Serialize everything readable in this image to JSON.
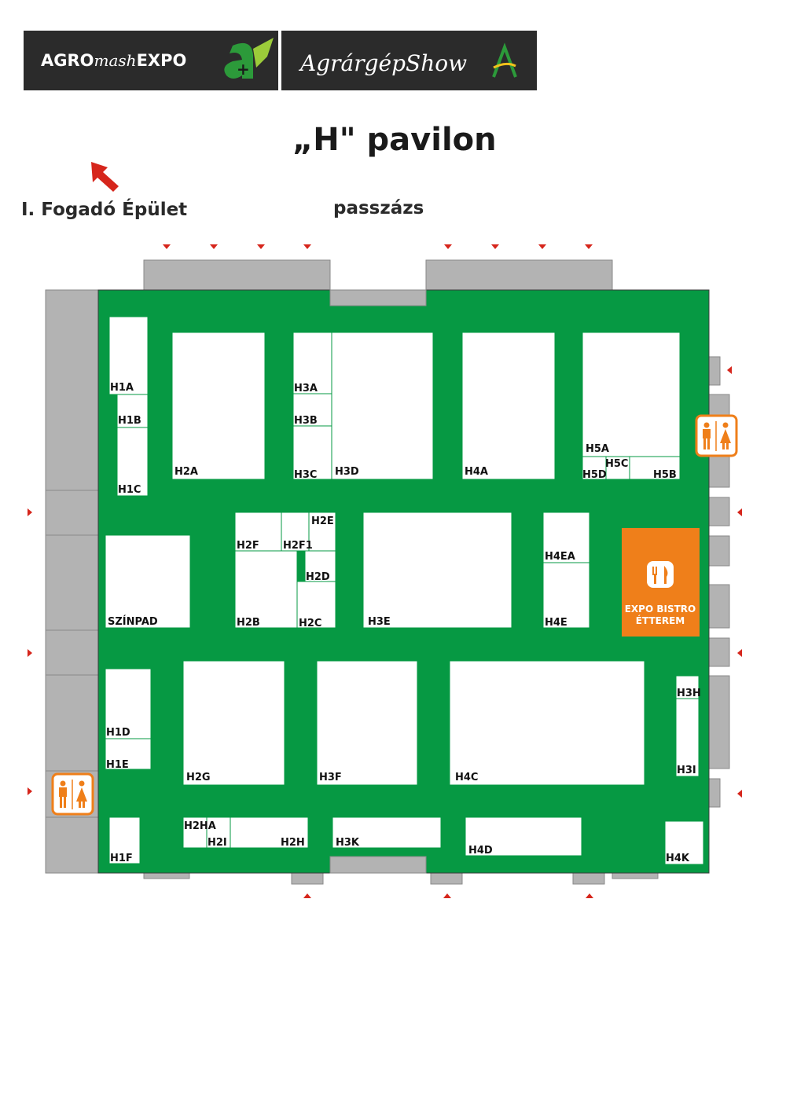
{
  "header": {
    "brand_left_1": "AGRO",
    "brand_left_2": "mash",
    "brand_left_3": "EXPO",
    "brand_right": "AgrárgépShow"
  },
  "title": "„H\" pavilon",
  "entrance_label": "I. Fogadó Épület",
  "passage_label": "passzázs",
  "restaurant": {
    "line1": "EXPO BISTRO",
    "line2": "ÉTTEREM",
    "icon": "fork-knife-icon"
  },
  "restroom_icon": "restroom-icon",
  "colors": {
    "hall_floor": "#069943",
    "booth": "#ffffff",
    "wall": "#b3b3b3",
    "restaurant": "#ef7f1a",
    "arrow": "#d6261c",
    "header_bg": "#2b2b2b",
    "logo_green": "#2c9a3a"
  },
  "booths": [
    "H1A",
    "H1B",
    "H1C",
    "H1D",
    "H1E",
    "H1F",
    "H2A",
    "H2B",
    "H2C",
    "H2D",
    "H2E",
    "H2F",
    "H2F1",
    "H2G",
    "H2H",
    "H2HA",
    "H2I",
    "H3A",
    "H3B",
    "H3C",
    "H3D",
    "H3E",
    "H3F",
    "H3H",
    "H3I",
    "H3K",
    "H4A",
    "H4C",
    "H4D",
    "H4E",
    "H4EA",
    "H4K",
    "H5A",
    "H5B",
    "H5C",
    "H5D"
  ],
  "stage": "SZÍNPAD"
}
